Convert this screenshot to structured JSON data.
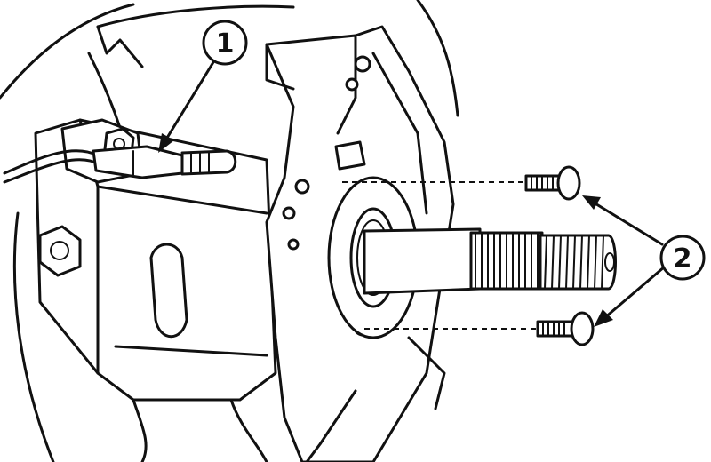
{
  "callouts": [
    {
      "id": "1",
      "label": "1"
    },
    {
      "id": "2",
      "label": "2"
    }
  ],
  "colors": {
    "ink": "#111111",
    "paper": "#ffffff"
  }
}
